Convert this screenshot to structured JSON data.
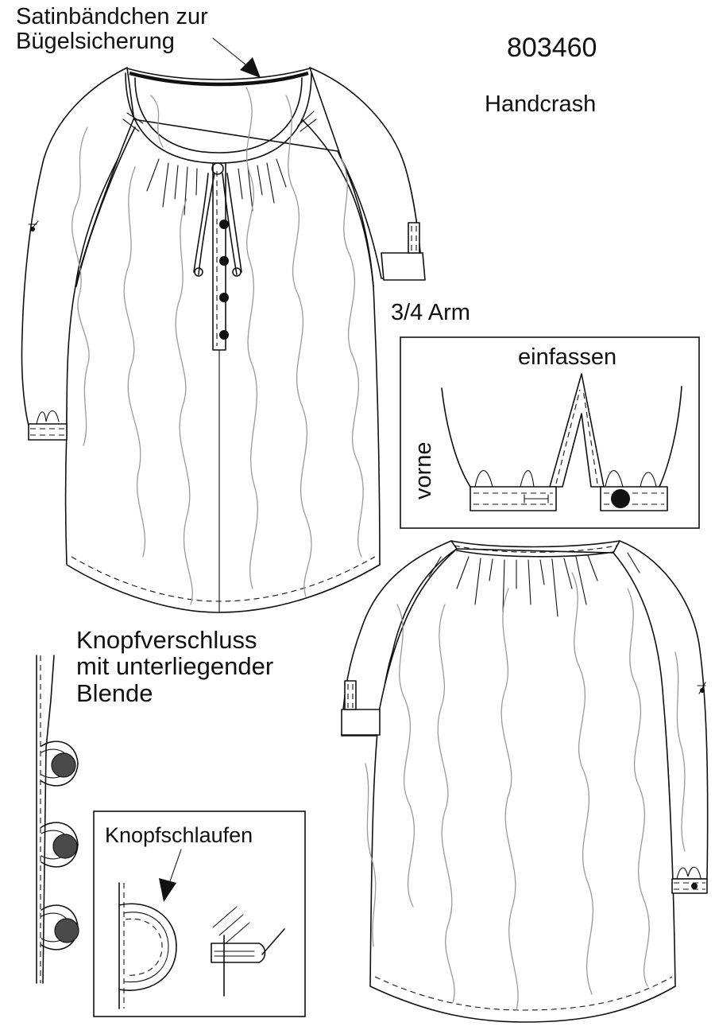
{
  "labels": {
    "ribbon_note": "Satinbändchen zur\nBügelsicherung",
    "article_number": "803460",
    "fabric": "Handcrash",
    "sleeve_length": "3/4 Arm",
    "binding": "einfassen",
    "front": "vorne",
    "closure_note": "Knopfverschluss\nmit unterliegender\nBlende",
    "button_loops": "Knopfschlaufen"
  },
  "colors": {
    "outline": "#111111",
    "crash_texture": "#9a9a9a",
    "background": "#ffffff"
  }
}
